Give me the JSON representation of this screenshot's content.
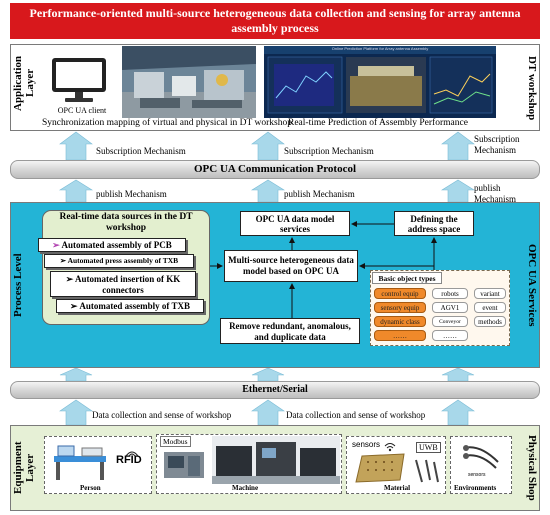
{
  "title": "Performance-oriented multi-source heterogeneous data collection and sensing for array antenna assembly process",
  "application_layer": {
    "label": "Application Layer",
    "client_label": "OPC UA client",
    "caption_left": "Synchronization mapping of virtual and physical in DT workshop",
    "caption_right": "Real-time Prediction of Assembly Performance",
    "right_label": "DT workshop",
    "platform_caption": "Online Prediction Platform for Array antenna Assembly"
  },
  "subscription_labels": [
    "Subscription Mechanism",
    "Subscription Mechanism",
    "Subscription Mechanism"
  ],
  "opcua_bar": "OPC UA Communication Protocol",
  "publish_labels": [
    "publish Mechanism",
    "publish Mechanism",
    "publish Mechanism"
  ],
  "process_layer": {
    "label": "Process Level",
    "right_label": "OPC UA Services",
    "rt_sources_title": "Real-time data sources in the DT workshop",
    "rt_items": [
      "Automated assembly of PCB",
      "Automated press assembly of TXB",
      "Automated insertion of KK connectors",
      "Automated assembly of TXB"
    ],
    "opc_services": "OPC UA data model services",
    "address_space": "Defining the address space",
    "multi_source": "Multi-source heterogeneous data model based on OPC UA",
    "remove": "Remove redundant, anomalous, and duplicate data",
    "basic_types_title": "Basic object types",
    "types_col1": [
      "control equip",
      "sensory equip",
      "dynamic class",
      "……"
    ],
    "types_col2": [
      "robots",
      "AGV1",
      "Conveyor",
      "……"
    ],
    "types_col3": [
      "variant",
      "event",
      "methods"
    ]
  },
  "ethernet_bar": "Ethernet/Serial",
  "collection_labels": [
    "Data collection and sense of workshop",
    "Data collection and sense of workshop"
  ],
  "equipment_layer": {
    "label": "Equipment Layer",
    "right_label": "Physical Shop",
    "rfid": "RFID",
    "modbus": "Modbus",
    "sensors": "sensors",
    "uwb": "UWB",
    "sensors2": "sensors",
    "groups": [
      "Person",
      "Machine",
      "Material",
      "Environments"
    ]
  },
  "colors": {
    "title": "#d8181c",
    "process": "#23b4d6",
    "equipment": "#e6f0d6",
    "arrow": "#a8d8ea",
    "orange": "#f0892a"
  }
}
